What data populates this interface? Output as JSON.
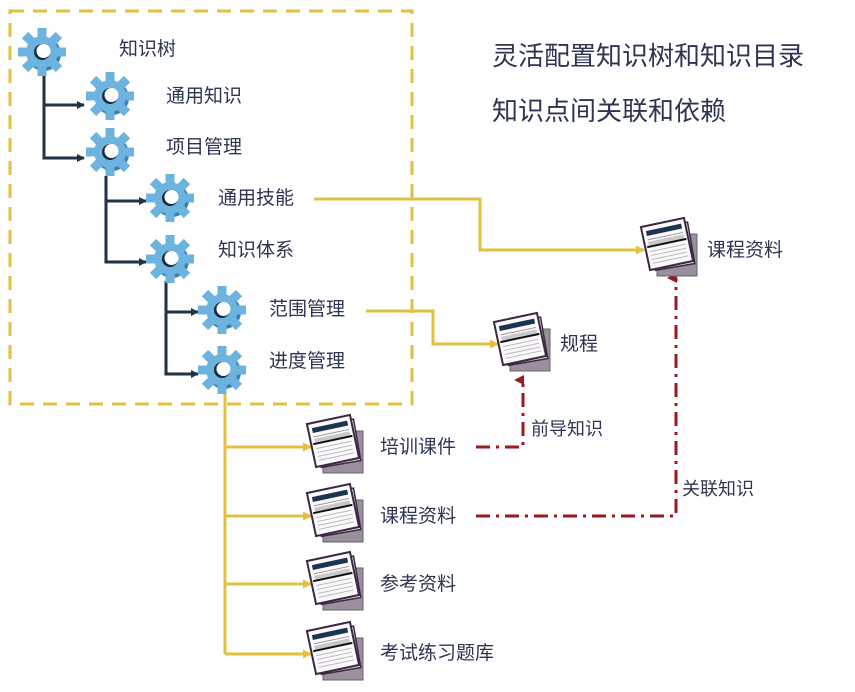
{
  "titles": {
    "line1": "灵活配置知识树和知识目录",
    "line2": "知识点间关联和依赖"
  },
  "tree": {
    "root": {
      "label": "知识树",
      "icon": "gear-icon"
    },
    "nodes": [
      {
        "id": "general-knowledge",
        "label": "通用知识",
        "icon": "gear-icon",
        "parent": "root"
      },
      {
        "id": "project-management",
        "label": "项目管理",
        "icon": "gear-icon",
        "parent": "root"
      },
      {
        "id": "general-skills",
        "label": "通用技能",
        "icon": "gear-icon",
        "parent": "project-management"
      },
      {
        "id": "knowledge-system",
        "label": "知识体系",
        "icon": "gear-icon",
        "parent": "project-management"
      },
      {
        "id": "scope-management",
        "label": "范围管理",
        "icon": "gear-icon",
        "parent": "knowledge-system"
      },
      {
        "id": "schedule-management",
        "label": "进度管理",
        "icon": "gear-icon",
        "parent": "knowledge-system"
      }
    ]
  },
  "documents": {
    "course_material_top": {
      "label": "课程资料",
      "icon": "document-stack-icon"
    },
    "regulation": {
      "label": "规程",
      "icon": "document-stack-icon"
    },
    "training_courseware": {
      "label": "培训课件",
      "icon": "document-stack-icon"
    },
    "course_material": {
      "label": "课程资料",
      "icon": "document-stack-icon"
    },
    "reference_material": {
      "label": "参考资料",
      "icon": "document-stack-icon"
    },
    "exam_question_bank": {
      "label": "考试练习题库",
      "icon": "document-stack-icon"
    }
  },
  "relations": {
    "prerequisite": "前导知识",
    "related": "关联知识"
  },
  "colors": {
    "tree_line": "#1e3248",
    "doc_link": "#e3bf42",
    "dependency": "#9b1a1e",
    "gear": "#6db3e0",
    "text": "#2e3553"
  }
}
